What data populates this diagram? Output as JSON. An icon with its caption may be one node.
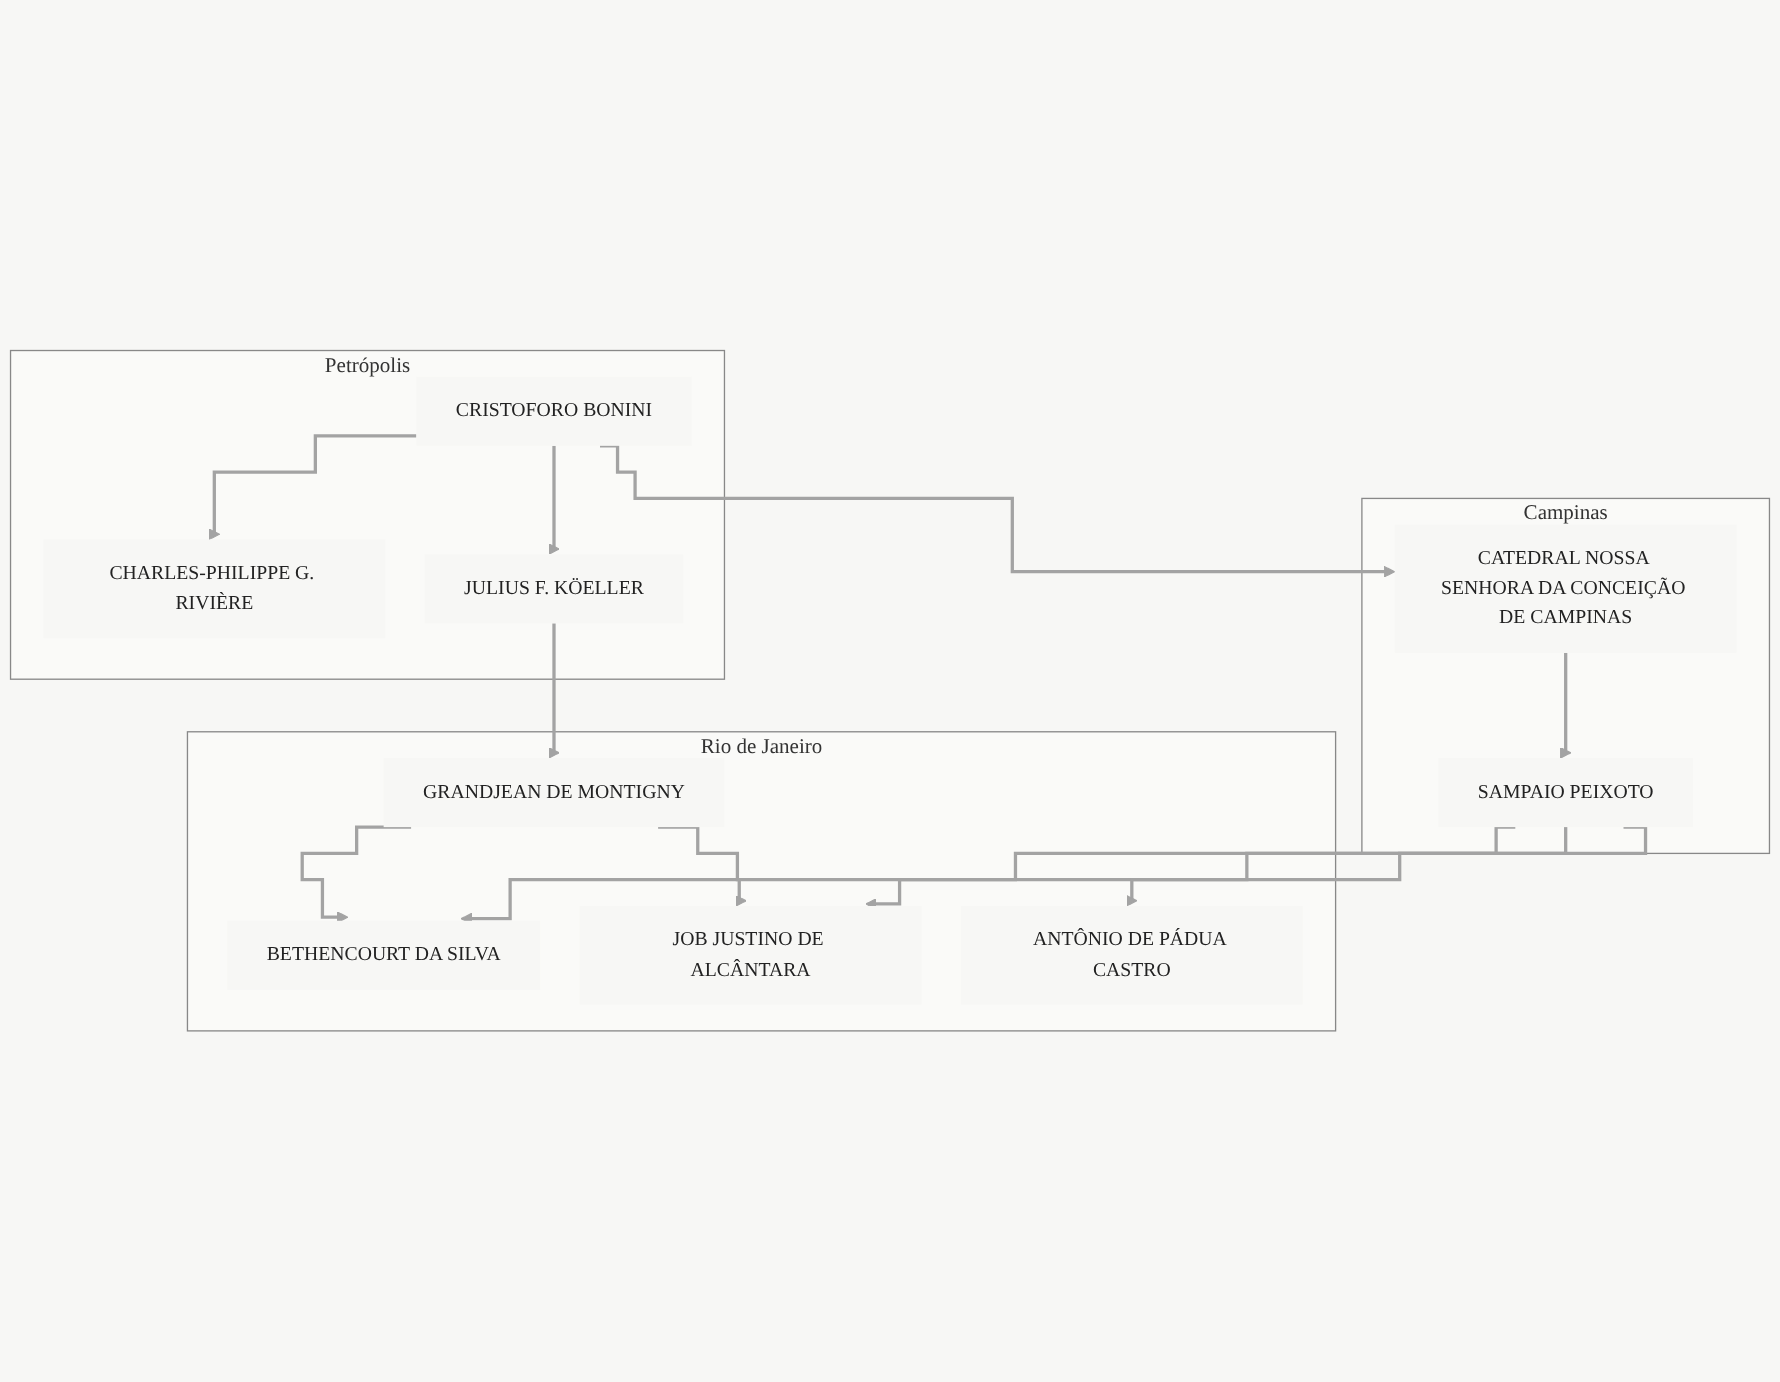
{
  "diagram": {
    "nodes": [
      {
        "text": [
          "Petrópolis"
        ]
      },
      {
        "text": [
          "CRISTOFORO BONINI"
        ],
        "in": 0
      },
      {
        "text": [
          "CHARLES-PHILIPPE G. RIVIÈRE"
        ],
        "in": 0
      },
      {
        "text": [
          "JULIUS F. KÖELLER"
        ],
        "in": 0
      },
      {
        "text": [
          "Rio de Janeiro"
        ]
      },
      {
        "text": [
          "GRANDJEAN DE MONTIGNY"
        ],
        "in": 4
      },
      {
        "text": [
          "BETHENCOURT DA SILVA"
        ],
        "in": 4
      },
      {
        "text": [
          "JOB JUSTINO DE ALCÂNTARA"
        ],
        "in": 4
      },
      {
        "text": [
          "ANTÔNIO DE PÁDUA CASTRO"
        ],
        "in": 4
      },
      {
        "text": [
          "Campinas"
        ]
      },
      {
        "text": [
          "SAMPAIO PEIXOTO"
        ],
        "in": 9
      },
      {
        "text": [
          "CATEDRAL NOSSA SENHORA DA CONCEIÇÃO DE CAMPINAS"
        ],
        "in": 9
      }
    ],
    "edges": [
      {
        "from": 1,
        "to": 2,
        "arrow": "to"
      },
      {
        "from": 1,
        "to": 3,
        "arrow": "to"
      },
      {
        "from": 1,
        "to": 11,
        "arrow": "to"
      },
      {
        "from": 3,
        "to": 5,
        "arrow": "to"
      },
      {
        "from": 5,
        "to": 6,
        "arrow": "to"
      },
      {
        "from": 5,
        "to": 7,
        "arrow": "to"
      },
      {
        "from": 10,
        "to": 6,
        "arrow": "to"
      },
      {
        "from": 10,
        "to": 7,
        "arrow": "to"
      },
      {
        "from": 10,
        "to": 8,
        "arrow": "to"
      },
      {
        "from": 11,
        "to": 10,
        "arrow": "to"
      }
    ]
  }
}
